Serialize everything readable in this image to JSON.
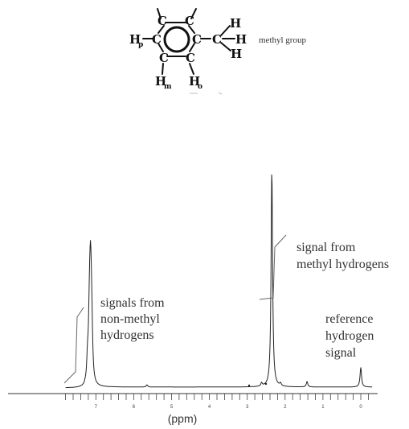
{
  "structure": {
    "atoms": {
      "ring_carbon": "C",
      "hydrogen": "H",
      "h_para": "H",
      "h_meta": "H",
      "h_ortho": "H",
      "sub_para": "p",
      "sub_meta": "m",
      "sub_ortho": "o"
    },
    "methyl_label": "methyl group"
  },
  "annotations": {
    "non_methyl": [
      "signals from",
      "non-methyl",
      "hydrogens"
    ],
    "methyl": [
      "signal from",
      "methyl hydrogens"
    ],
    "reference": [
      "reference",
      "hydrogen",
      "signal"
    ]
  },
  "colors": {
    "trace": "#222222",
    "ink": "#111111",
    "annotation_text": "#333333",
    "leader_line": "#666666"
  },
  "chart_data": {
    "type": "line",
    "xlabel": "(ppm)",
    "ylabel": "",
    "xlim": [
      7.8,
      -0.3
    ],
    "x_reversed": true,
    "ylim": [
      0,
      1
    ],
    "grid": false,
    "x_tick_labels": [
      "7",
      "6",
      "5",
      "4",
      "3",
      "2",
      "1",
      "0"
    ],
    "x_tick_values": [
      7,
      6,
      5,
      4,
      3,
      2,
      1,
      0
    ],
    "series": [
      {
        "peaks": [
          {
            "ppm": 7.22,
            "height": 0.1
          },
          {
            "ppm": 7.18,
            "height": 0.15
          },
          {
            "ppm": 7.16,
            "height": 0.24
          },
          {
            "ppm": 7.14,
            "height": 0.33
          },
          {
            "ppm": 7.12,
            "height": 0.21
          },
          {
            "ppm": 7.1,
            "height": 0.13
          },
          {
            "ppm": 5.65,
            "height": 0.01
          },
          {
            "ppm": 2.62,
            "height": 0.015
          },
          {
            "ppm": 2.35,
            "height": 1.0
          },
          {
            "ppm": 2.12,
            "height": 0.012
          },
          {
            "ppm": 1.42,
            "height": 0.025
          },
          {
            "ppm": 0.0,
            "height": 0.09
          }
        ]
      }
    ]
  }
}
